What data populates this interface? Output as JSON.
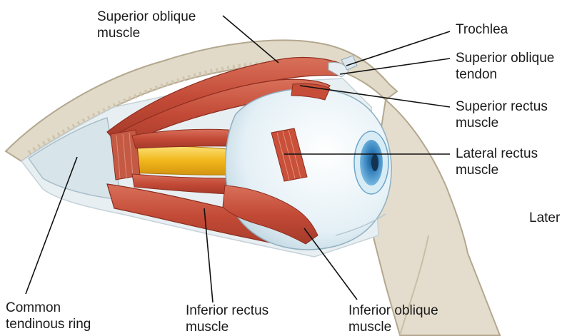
{
  "labels": {
    "superior_oblique_muscle": [
      "Superior oblique",
      "muscle"
    ],
    "trochlea": "Trochlea",
    "superior_oblique_tendon": [
      "Superior oblique",
      "tendon"
    ],
    "superior_rectus": [
      "Superior rectus",
      "muscle"
    ],
    "lateral_rectus": [
      "Lateral rectus",
      "muscle"
    ],
    "lateral_view": "Later",
    "common_tendinous_ring": [
      "Common",
      "tendinous ring"
    ],
    "inferior_rectus": [
      "Inferior rectus",
      "muscle"
    ],
    "inferior_oblique": [
      "Inferior oblique",
      "muscle"
    ]
  },
  "colors": {
    "muscle": "#c8503c",
    "muscle_dark": "#9e3426",
    "bone": "#e4dccb",
    "bone_edge": "#b8ac94",
    "sclera": "#e6f1f7",
    "iris": "#3f8fc8",
    "nerve": "#f0b820",
    "tendon": "#dfeaf0"
  }
}
